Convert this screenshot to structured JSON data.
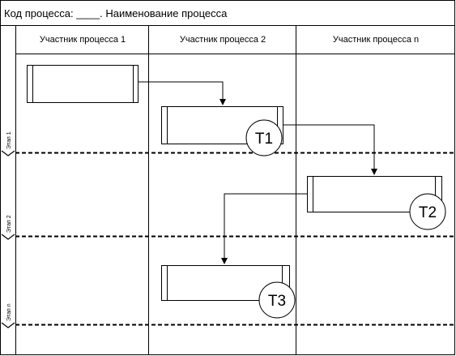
{
  "diagram": {
    "title": "Код процесса: ____. Наименование процесса",
    "lanes": [
      {
        "label": "Участник процесса 1"
      },
      {
        "label": "Участник процесса 2"
      },
      {
        "label": "Участник процесса n"
      }
    ],
    "stages": [
      {
        "label": "Этап 1"
      },
      {
        "label": "Этап 2"
      },
      {
        "label": "Этап n"
      }
    ],
    "markers": [
      {
        "label": "T1"
      },
      {
        "label": "T2"
      },
      {
        "label": "T3"
      }
    ]
  }
}
